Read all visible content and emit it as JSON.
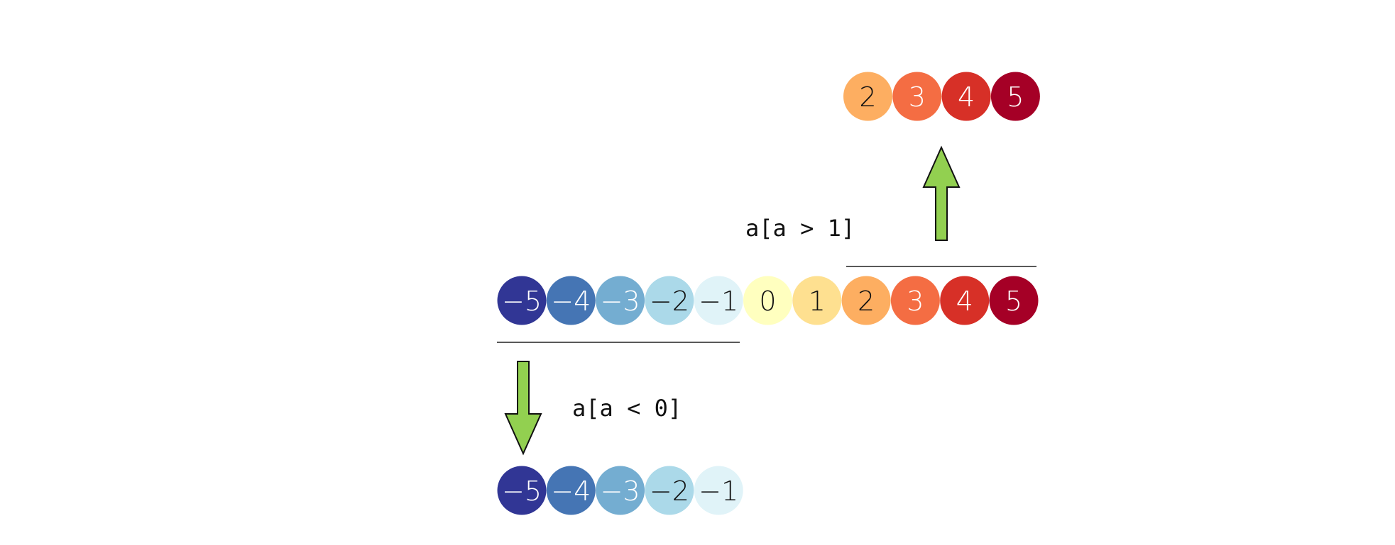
{
  "rows": {
    "top": {
      "items": [
        {
          "label": "2",
          "fill": "#FDAE61",
          "text_color": "#111111"
        },
        {
          "label": "3",
          "fill": "#F46D43",
          "text_color": "#ffffff"
        },
        {
          "label": "4",
          "fill": "#D73027",
          "text_color": "#ffffff"
        },
        {
          "label": "5",
          "fill": "#A50026",
          "text_color": "#ffffff"
        }
      ]
    },
    "middle": {
      "items": [
        {
          "label": "−5",
          "fill": "#313695",
          "text_color": "#ffffff"
        },
        {
          "label": "−4",
          "fill": "#4575B4",
          "text_color": "#ffffff"
        },
        {
          "label": "−3",
          "fill": "#74ADD1",
          "text_color": "#ffffff"
        },
        {
          "label": "−2",
          "fill": "#ABD9E9",
          "text_color": "#111111"
        },
        {
          "label": "−1",
          "fill": "#E0F3F8",
          "text_color": "#111111"
        },
        {
          "label": "0",
          "fill": "#FFFFBF",
          "text_color": "#111111"
        },
        {
          "label": "1",
          "fill": "#FEE090",
          "text_color": "#111111"
        },
        {
          "label": "2",
          "fill": "#FDAE61",
          "text_color": "#111111"
        },
        {
          "label": "3",
          "fill": "#F46D43",
          "text_color": "#ffffff"
        },
        {
          "label": "4",
          "fill": "#D73027",
          "text_color": "#ffffff"
        },
        {
          "label": "5",
          "fill": "#A50026",
          "text_color": "#ffffff"
        }
      ]
    },
    "bottom": {
      "items": [
        {
          "label": "−5",
          "fill": "#313695",
          "text_color": "#ffffff"
        },
        {
          "label": "−4",
          "fill": "#4575B4",
          "text_color": "#ffffff"
        },
        {
          "label": "−3",
          "fill": "#74ADD1",
          "text_color": "#ffffff"
        },
        {
          "label": "−2",
          "fill": "#ABD9E9",
          "text_color": "#111111"
        },
        {
          "label": "−1",
          "fill": "#E0F3F8",
          "text_color": "#111111"
        }
      ]
    }
  },
  "expressions": {
    "greater": "a[a > 1]",
    "less": "a[a < 0]"
  },
  "arrow": {
    "fill": "#92D050",
    "stroke": "#111111"
  }
}
